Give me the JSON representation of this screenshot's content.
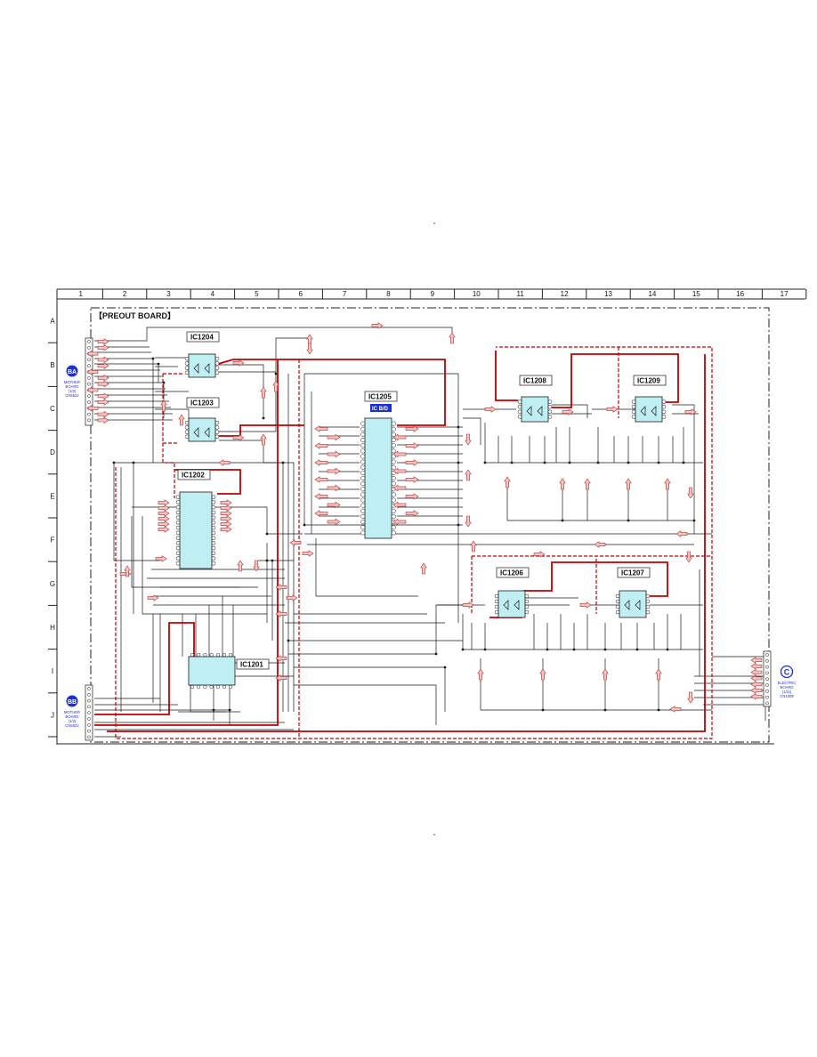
{
  "board_title": "【PREOUT  BOARD】",
  "columns": [
    "1",
    "2",
    "3",
    "4",
    "5",
    "6",
    "7",
    "8",
    "9",
    "10",
    "11",
    "12",
    "13",
    "14",
    "15",
    "16",
    "17"
  ],
  "rows": [
    "A",
    "B",
    "C",
    "D",
    "E",
    "F",
    "G",
    "H",
    "I",
    "J"
  ],
  "ics": [
    {
      "id": "ic1204",
      "label": "IC1204"
    },
    {
      "id": "ic1203",
      "label": "IC1203"
    },
    {
      "id": "ic1202",
      "label": "IC1202"
    },
    {
      "id": "ic1201",
      "label": "IC1201"
    },
    {
      "id": "ic1205",
      "label": "IC1205"
    },
    {
      "id": "ic1208",
      "label": "IC1208"
    },
    {
      "id": "ic1209",
      "label": "IC1209"
    },
    {
      "id": "ic1206",
      "label": "IC1206"
    },
    {
      "id": "ic1207",
      "label": "IC1207"
    }
  ],
  "ic1205_sublabel": "IC B/D",
  "connectors": {
    "ba": {
      "badge": "BA",
      "lines": [
        "MOTHER",
        "BOARD",
        "(1/2)",
        "CN5522"
      ]
    },
    "bb": {
      "badge": "BB",
      "lines": [
        "MOTHER",
        "BOARD",
        "(1/2)",
        "CN5522"
      ]
    },
    "c": {
      "badge": "C",
      "lines": [
        "ELECTRIC",
        "BOARD",
        "(1/11)",
        "CN1008"
      ]
    }
  },
  "colors": {
    "wire": "#1a1a1a",
    "power_trace": "#c00000",
    "ic_fill": "#bfeff2",
    "arrow_fill": "#f3c6c6",
    "arrow_stroke": "#b03030",
    "badge_blue": "#1e2fd8"
  }
}
